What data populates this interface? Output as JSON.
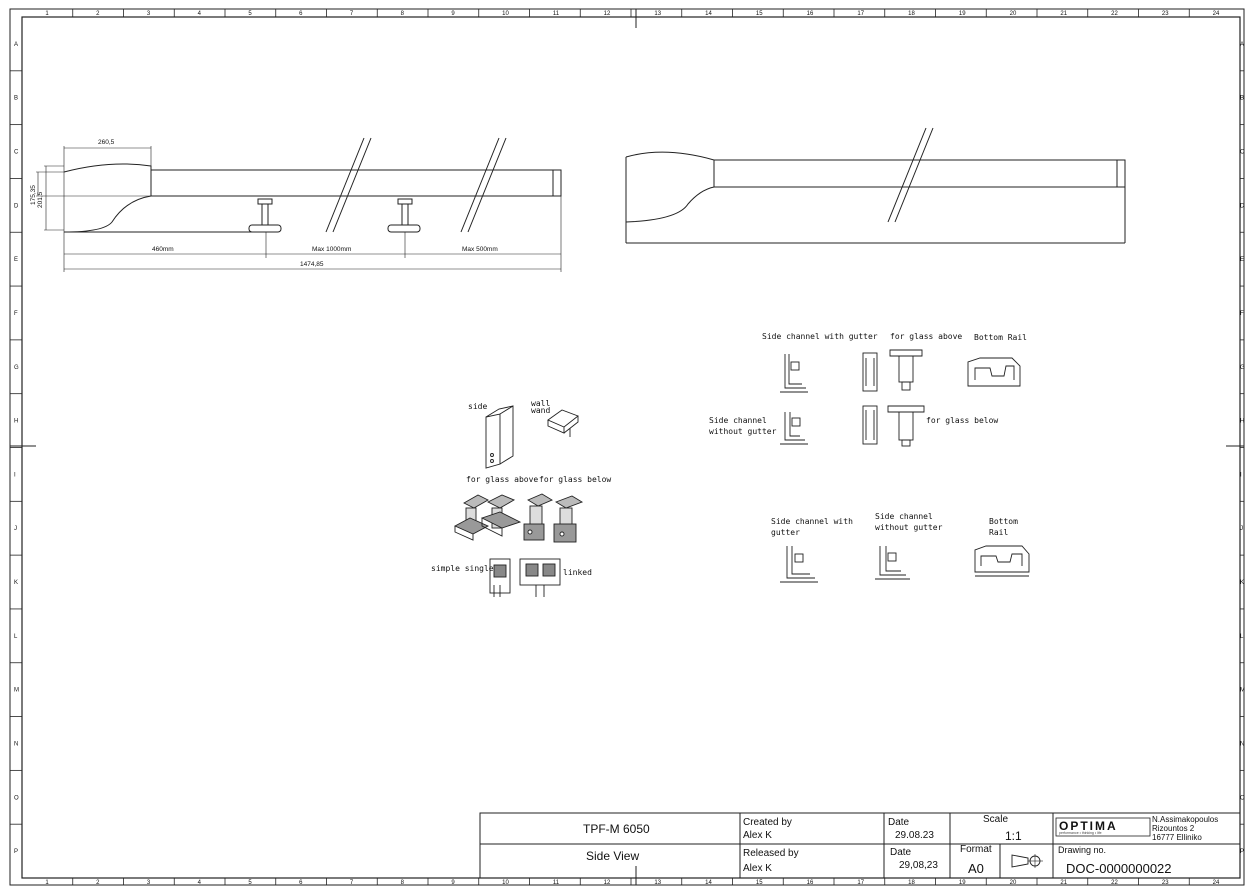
{
  "frame": {
    "column_numbers": [
      "1",
      "2",
      "3",
      "4",
      "5",
      "6",
      "7",
      "8",
      "9",
      "10",
      "11",
      "12",
      "13",
      "14",
      "15",
      "16",
      "17",
      "18",
      "19",
      "20",
      "21",
      "22",
      "23",
      "24"
    ],
    "row_letters": [
      "A",
      "B",
      "C",
      "D",
      "E",
      "F",
      "G",
      "H",
      "I",
      "J",
      "K",
      "L",
      "M",
      "N",
      "O",
      "P"
    ]
  },
  "side_view": {
    "dim_width_top": "260,5",
    "dim_height_outer": "201,5",
    "dim_height_inner": "175,35",
    "dim_segment_1": "460mm",
    "dim_segment_2": "Max 1000mm",
    "dim_segment_3": "Max 500mm",
    "dim_total": "1474,85"
  },
  "details": {
    "side": "side",
    "wall_1": "wall",
    "wall_2": "wand",
    "for_glass_above": "for glass above",
    "for_glass_below": "for glass below",
    "simple_single": "simple  single",
    "linked": "linked"
  },
  "profiles_top": {
    "side_channel_with_gutter": "Side channel with gutter",
    "for_glass_above": "for glass above",
    "bottom_rail": "Bottom Rail",
    "side_channel_without_1": "Side channel",
    "side_channel_without_2": "without gutter",
    "for_glass_below": "for glass below"
  },
  "profiles_bottom": {
    "with_gutter_1": "Side channel with",
    "with_gutter_2": "gutter",
    "without_gutter_1": "Side channel",
    "without_gutter_2": "without gutter",
    "bottom_1": "Bottom",
    "bottom_2": "Rail"
  },
  "title_block": {
    "part_number": "TPF-M 6050",
    "view_name": "Side View",
    "created_by_label": "Created by",
    "created_by_value": "Alex K",
    "released_by_label": "Released by",
    "released_by_value": "Alex K",
    "date_label_1": "Date",
    "date_value_1": "29.08.23",
    "date_label_2": "Date",
    "date_value_2": "29,08,23",
    "scale_label": "Scale",
    "scale_value": "1:1",
    "format_label": "Format",
    "format_value": "A0",
    "logo_text": "OPTIMA",
    "logo_tagline": "performance • thinking • life",
    "company_line_1": "N.Assimakopoulos",
    "company_line_2": "Rizountos 2",
    "company_line_3": "16777 Elliniko",
    "drawing_no_label": "Drawing no.",
    "drawing_no_value": "DOC-0000000022"
  }
}
